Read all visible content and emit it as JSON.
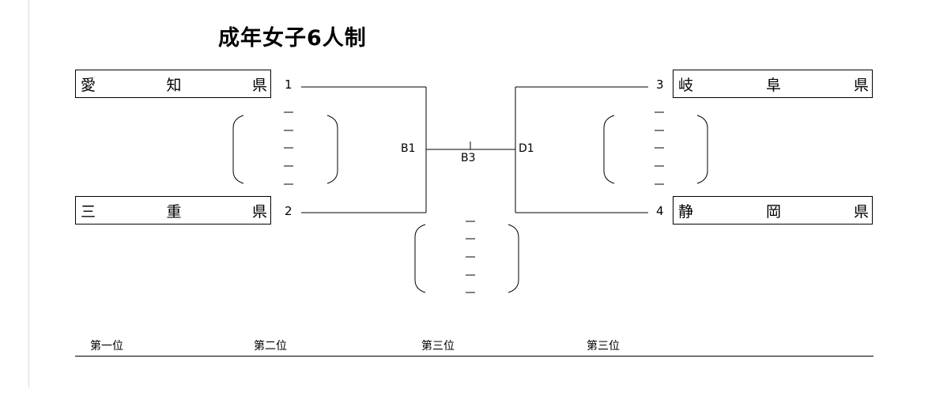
{
  "title": "成年女子6人制",
  "teams": {
    "top_left": [
      "愛",
      "知",
      "県"
    ],
    "bottom_left": [
      "三",
      "重",
      "県"
    ],
    "top_right": [
      "岐",
      "阜",
      "県"
    ],
    "bottom_right": [
      "静",
      "岡",
      "県"
    ]
  },
  "seeds": {
    "top_left": "1",
    "bottom_left": "2",
    "top_right": "3",
    "bottom_right": "4"
  },
  "match_labels": {
    "left": "B1",
    "center": "B3",
    "right": "D1"
  },
  "placements": [
    "第一位",
    "第二位",
    "第三位",
    "第三位"
  ]
}
